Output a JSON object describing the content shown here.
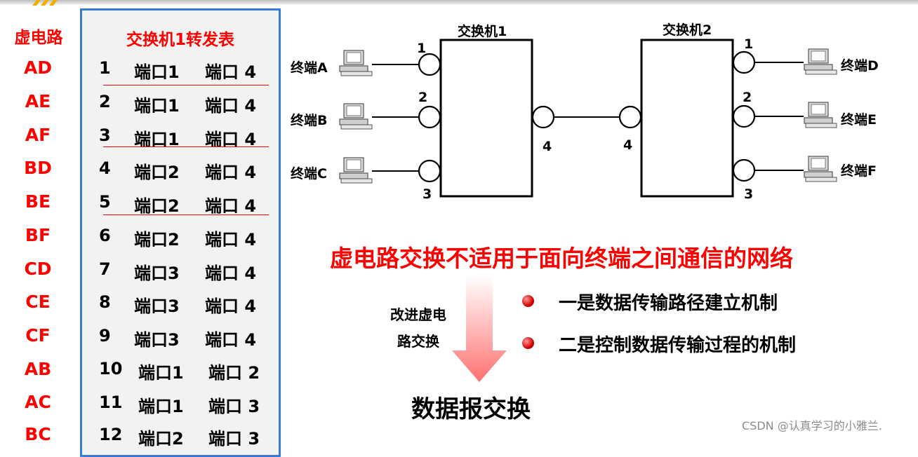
{
  "vc_list": {
    "title": "虚电路",
    "items": [
      "AD",
      "AE",
      "AF",
      "BD",
      "BE",
      "BF",
      "CD",
      "CE",
      "CF",
      "AB",
      "AC",
      "BC"
    ]
  },
  "forward_table": {
    "title": "交换机1转发表",
    "rows": [
      {
        "no": "1",
        "in": "端口1",
        "out": "端口 4"
      },
      {
        "no": "2",
        "in": "端口1",
        "out": "端口 4"
      },
      {
        "no": "3",
        "in": "端口1",
        "out": "端口 4"
      },
      {
        "no": "4",
        "in": "端口2",
        "out": "端口 4"
      },
      {
        "no": "5",
        "in": "端口2",
        "out": "端口 4"
      },
      {
        "no": "6",
        "in": "端口2",
        "out": "端口 4"
      },
      {
        "no": "7",
        "in": "端口3",
        "out": "端口 4"
      },
      {
        "no": "8",
        "in": "端口3",
        "out": "端口 4"
      },
      {
        "no": "9",
        "in": "端口3",
        "out": "端口 4"
      },
      {
        "no": "10",
        "in": "端口1",
        "out": "端口 2"
      },
      {
        "no": "11",
        "in": "端口1",
        "out": "端口 3"
      },
      {
        "no": "12",
        "in": "端口2",
        "out": "端口 3"
      }
    ]
  },
  "diagram": {
    "switch1": "交换机1",
    "switch2": "交换机2",
    "terminals_left": [
      "终端A",
      "终端B",
      "终端C"
    ],
    "terminals_right": [
      "终端D",
      "终端E",
      "终端F"
    ],
    "ports": {
      "p1": "1",
      "p2": "2",
      "p3": "3",
      "p4": "4"
    }
  },
  "headline": "虚电路交换不适用于面向终端之间通信的网络",
  "improve_label_1": "改进虚电",
  "improve_label_2": "路交换",
  "bullets": [
    "一是数据传输路径建立机制",
    "二是控制数据传输过程的机制"
  ],
  "result": "数据报交换",
  "watermark": "CSDN @认真学习的小雅兰.",
  "colors": {
    "accent_red": "#ff0000",
    "panel_border": "#3a7bd5",
    "panel_bg": "#f2f2f2"
  }
}
